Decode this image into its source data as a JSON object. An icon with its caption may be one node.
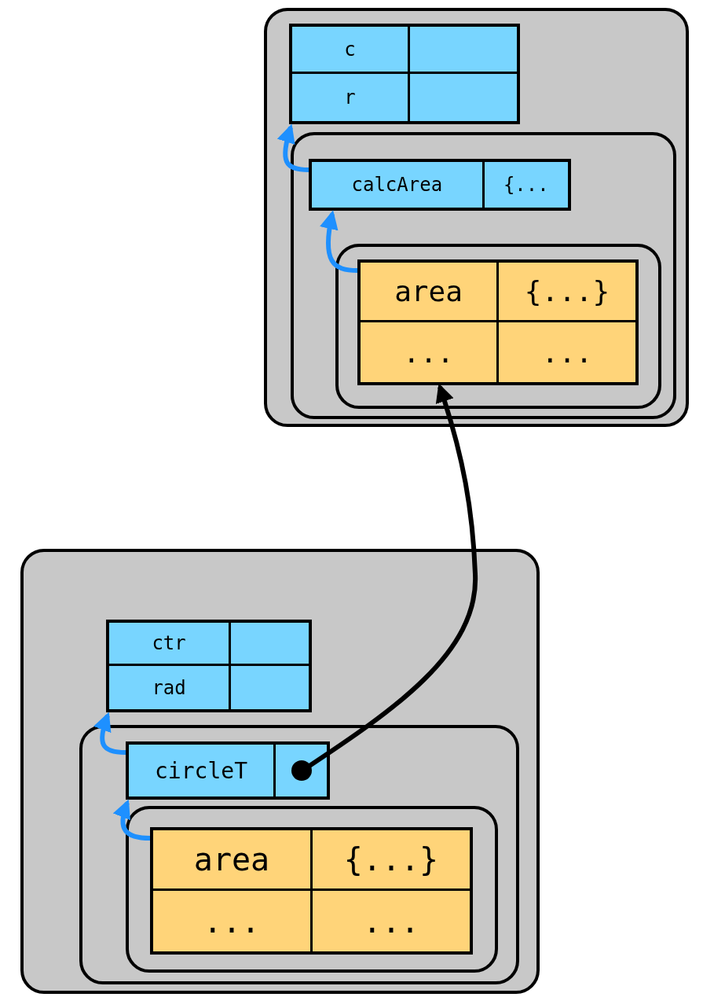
{
  "diagram": {
    "nodes": [
      {
        "text": [],
        "shape": "box"
      },
      {
        "text": [
          "c",
          "r"
        ],
        "in": 0
      },
      {
        "text": [],
        "shape": "box",
        "in": 0
      },
      {
        "text": [
          "calcArea",
          "{..."
        ],
        "in": 2
      },
      {
        "text": [],
        "shape": "box",
        "in": 2
      },
      {
        "text": [
          "area",
          "{...}",
          "...",
          "..."
        ],
        "in": 4
      },
      {
        "text": [],
        "shape": "box"
      },
      {
        "text": [
          "ctr",
          "rad"
        ],
        "in": 6
      },
      {
        "text": [],
        "shape": "box",
        "in": 6
      },
      {
        "text": [
          "circleT"
        ],
        "in": 8
      },
      {
        "text": [],
        "shape": "box",
        "in": 8
      },
      {
        "text": [
          "area",
          "{...}",
          "...",
          "..."
        ],
        "in": 10
      }
    ],
    "edges": [
      {
        "from": 3,
        "to": 1,
        "arrow": "to"
      },
      {
        "from": 5,
        "to": 3,
        "arrow": "to"
      },
      {
        "from": 9,
        "to": 7,
        "arrow": "to"
      },
      {
        "from": 11,
        "to": 9,
        "arrow": "to"
      },
      {
        "from": 9,
        "to": 5,
        "arrow": "to",
        "color": "#000000"
      }
    ]
  }
}
